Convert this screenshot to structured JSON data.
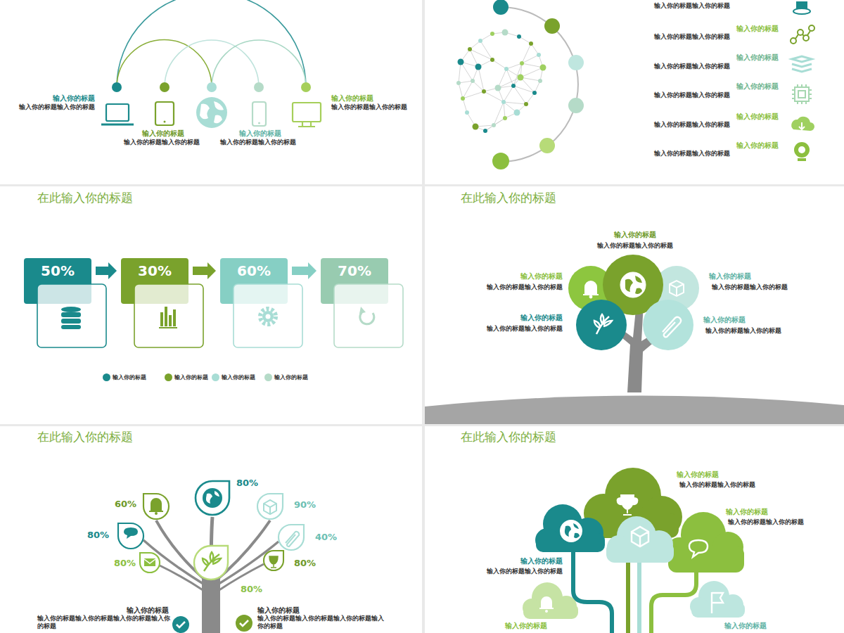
{
  "diagram": {
    "nodes": [
      {
        "text": [
          "50%"
        ]
      },
      {
        "text": [
          "30%"
        ]
      },
      {
        "text": [
          "60%"
        ]
      },
      {
        "text": [
          "70%"
        ]
      }
    ],
    "edges": [
      {
        "from": 0,
        "to": 1,
        "arrow": "to"
      },
      {
        "from": 1,
        "to": 2,
        "arrow": "to"
      },
      {
        "from": 2,
        "to": 3,
        "arrow": "to"
      }
    ],
    "labels": [
      "输入你的标题",
      "输入你的标题输入你的标题",
      "输入你的标题",
      "输入你的标题输入你的标题",
      "输入你的标题",
      "输入你的标题输入你的标题",
      "输入你的标题",
      "输入你的标题输入你的标题",
      "输入你的标题输入你的标题",
      "输入你的标题",
      "输入你的标题输入你的标题",
      "输入你的标题",
      "输入你的标题输入你的标题",
      "输入你的标题",
      "输入你的标题输入你的标题",
      "输入你的标题",
      "输入你的标题输入你的标题",
      "输入你的标题",
      "输入你的标题输入你的标题",
      "在此输入你的标题",
      "在此输入你的标题",
      "输入你的标题",
      "输入你的标题输入你的标题",
      "输入你的标题",
      "输入你的标题输入你的标题",
      "输入你的标题",
      "输入你的标题输入你的标题",
      "输入你的标题",
      "输入你的标题输入你的标题",
      "输入你的标题",
      "输入你的标题输入你的标题",
      "在此输入你的标题",
      "80%",
      "60%",
      "90%",
      "80%",
      "40%",
      "80%",
      "80%",
      "80%",
      "输入你的标题",
      "输入你的标题输入你的标题输入你的标题输入你的标题",
      "输入你的标题",
      "输入你的标题输入你的标题输入你的标题输入你的标题",
      "在此输入你的标题",
      "输入你的标题",
      "输入你的标题输入你的标题",
      "输入你的标题",
      "输入你的标题输入你的标题",
      "输入你的标题",
      "输入你的标题输入你的标题",
      "输入你的标题",
      "输入你的标题"
    ],
    "legend": [
      {
        "text": "输入你的标题",
        "color": "#1a8a8c"
      },
      {
        "text": "输入你的标题",
        "color": "#7aa22c"
      },
      {
        "text": "输入你的标题",
        "color": "#a8ddd5"
      },
      {
        "text": "输入你的标题",
        "color": "#b5dbc8"
      }
    ]
  }
}
